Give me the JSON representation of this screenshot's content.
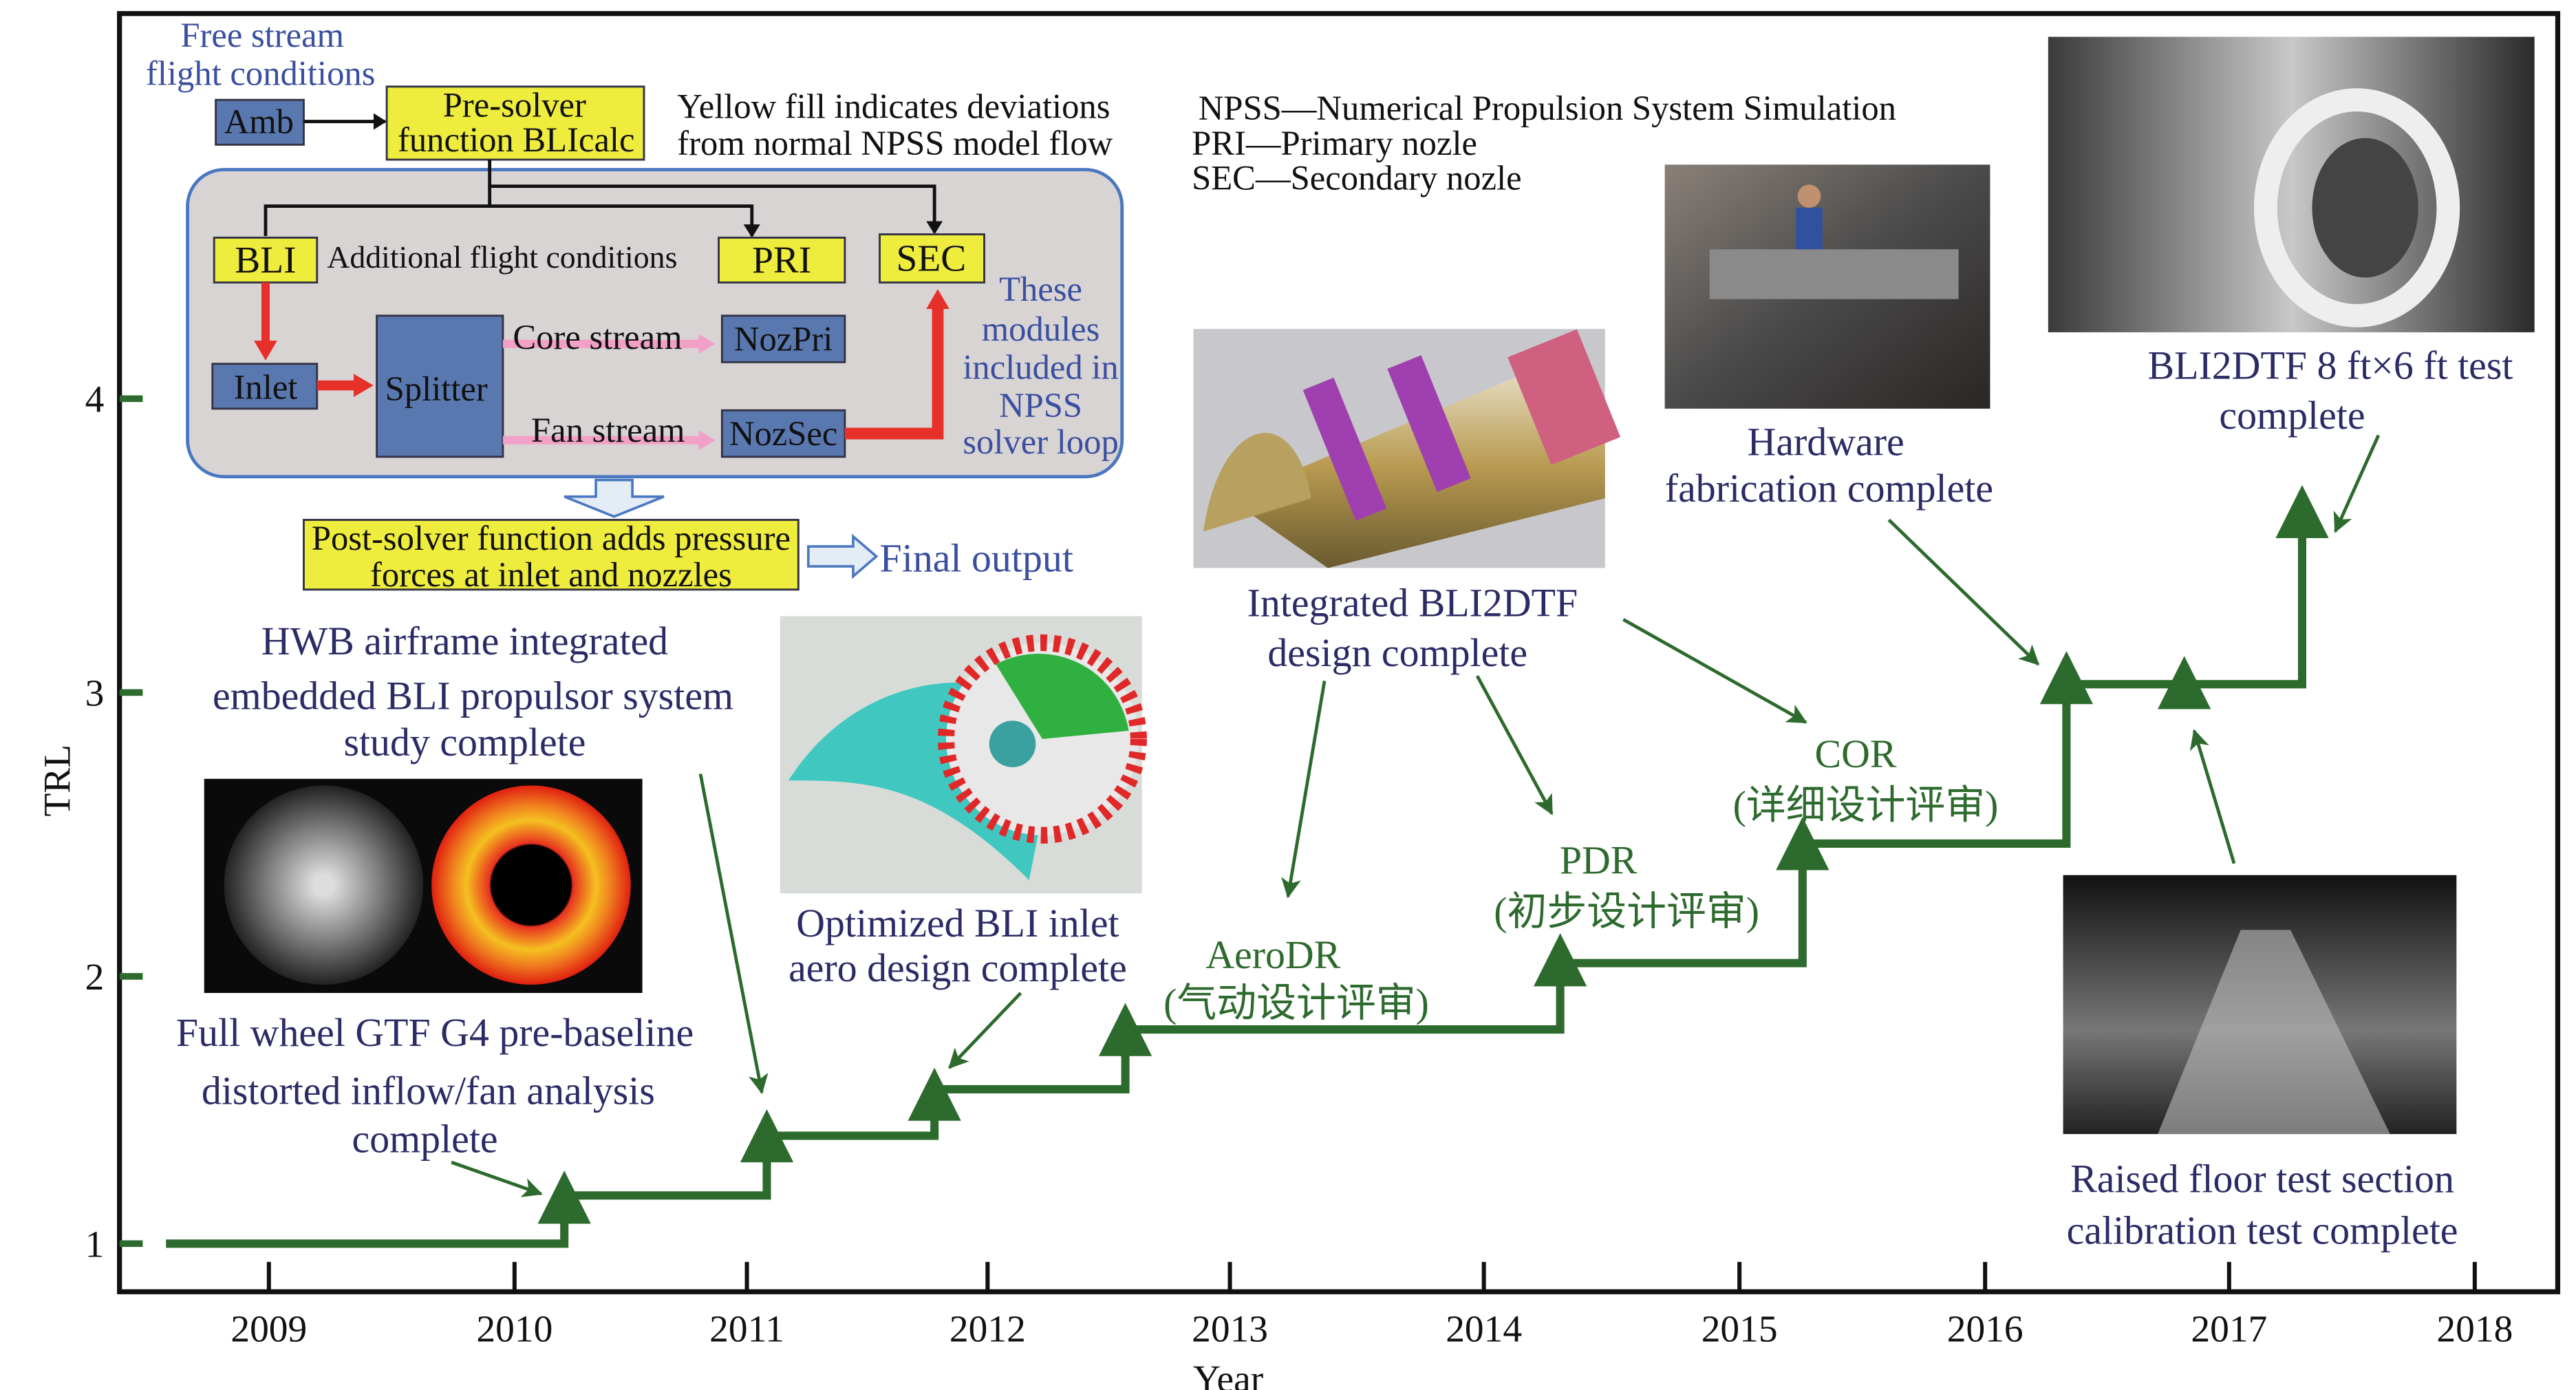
{
  "colors": {
    "step": "#2d6a2d",
    "milestone_text": "#2b2b66",
    "diagram_text": "#3a4fa0",
    "yellow": "#eeec3c",
    "module_blue": "#5a78b0",
    "red": "#e8302a",
    "pink": "#f3a0c8"
  },
  "axes": {
    "ylabel": "TRL",
    "xlabel": "Year",
    "yticks": [
      "1",
      "2",
      "3",
      "4"
    ],
    "xticks": [
      "2009",
      "2010",
      "2011",
      "2012",
      "2013",
      "2014",
      "2015",
      "2016",
      "2017",
      "2018"
    ]
  },
  "flowchart": {
    "free_stream": [
      "Free stream",
      "flight conditions"
    ],
    "amb": "Amb",
    "pre_solver": [
      "Pre-solver",
      "function BLIcalc"
    ],
    "yellow_note": [
      "Yellow fill indicates deviations",
      "from normal NPSS model flow"
    ],
    "bli": "BLI",
    "additional": "Additional flight conditions",
    "pri": "PRI",
    "sec": "SEC",
    "inlet": "Inlet",
    "splitter": "Splitter",
    "core_stream": "Core stream",
    "fan_stream": "Fan stream",
    "nozpri": "NozPri",
    "nozsec": "NozSec",
    "modules_note": [
      "These",
      "modules",
      "included in",
      "NPSS",
      "solver loop"
    ],
    "post_solver": [
      "Post-solver function adds pressure",
      "forces at inlet and nozzles"
    ],
    "final_output": "Final output"
  },
  "legend": [
    "NPSS—Numerical Propulsion System Simulation",
    "PRI—Primary nozle",
    "SEC—Secondary nozle"
  ],
  "milestones": {
    "hwb": [
      "HWB airframe integrated",
      "embedded BLI propulsor system",
      "study complete"
    ],
    "gtf": [
      "Full wheel GTF G4 pre-baseline",
      "distorted inflow/fan analysis",
      "complete"
    ],
    "inlet": [
      "Optimized BLI inlet",
      "aero design complete"
    ],
    "integrated": [
      "Integrated BLI2DTF",
      "design complete"
    ],
    "hardware": [
      "Hardware",
      "fabrication complete"
    ],
    "test": [
      "BLI2DTF 8 ft×6 ft test",
      "complete"
    ],
    "floor": [
      "Raised floor test section",
      "calibration test complete"
    ]
  },
  "reviews": {
    "aerodr": [
      "AeroDR",
      "(气动设计评审)"
    ],
    "pdr": [
      "PDR",
      "(初步设计评审)"
    ],
    "cor": [
      "COR",
      "(详细设计评审)"
    ]
  }
}
